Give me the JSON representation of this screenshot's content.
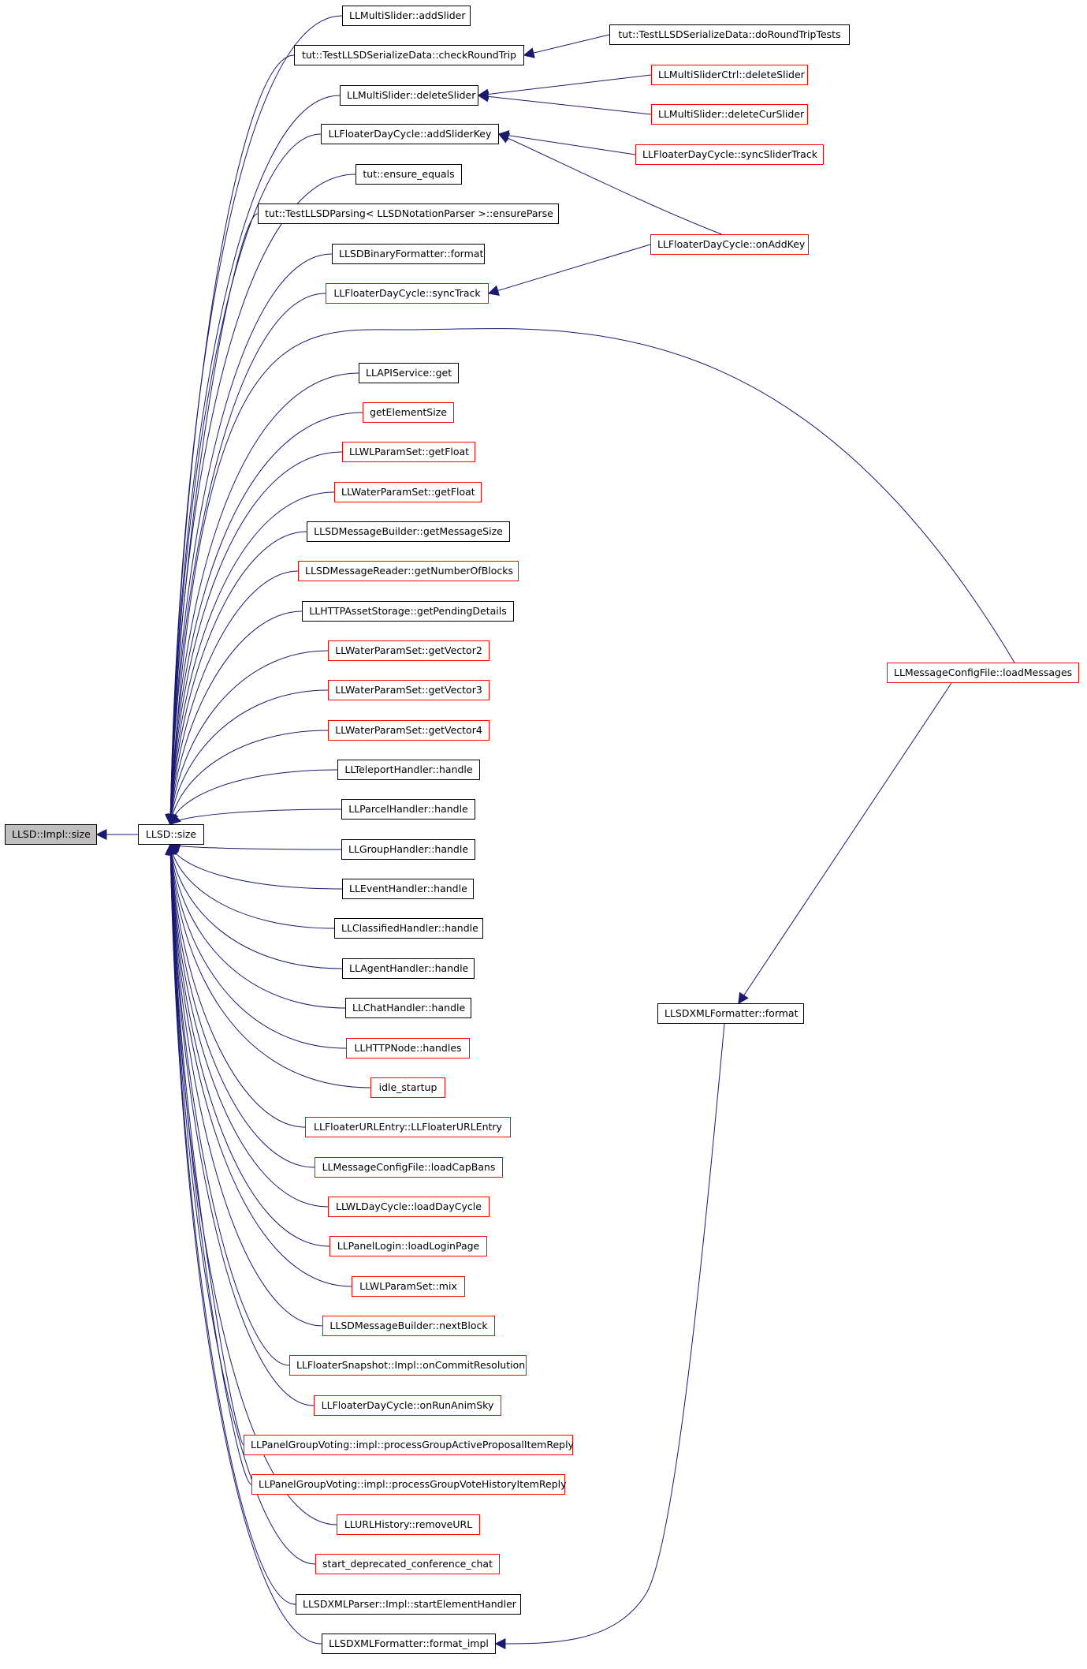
{
  "colors": {
    "edge": "#191970",
    "border_normal": "#000000",
    "border_truncated": "#ff0000",
    "root_fill": "#bfbfbf"
  },
  "nodes": [
    {
      "id": "root",
      "label": "LLSD::Impl::size",
      "style": "root"
    },
    {
      "id": "size",
      "label": "LLSD::size",
      "style": "normal"
    },
    {
      "id": "n0",
      "label": "LLMultiSlider::addSlider",
      "style": "normal"
    },
    {
      "id": "n1",
      "label": "tut::TestLLSDSerializeData::checkRoundTrip",
      "style": "normal"
    },
    {
      "id": "n2",
      "label": "LLMultiSlider::deleteSlider",
      "style": "normal"
    },
    {
      "id": "n3",
      "label": "LLFloaterDayCycle::addSliderKey",
      "style": "normal"
    },
    {
      "id": "n4",
      "label": "tut::ensure_equals",
      "style": "normal"
    },
    {
      "id": "n5",
      "label": "tut::TestLLSDParsing< LLSDNotationParser >::ensureParse",
      "style": "normal"
    },
    {
      "id": "n6",
      "label": "LLSDBinaryFormatter::format",
      "style": "normal"
    },
    {
      "id": "n7",
      "label": "LLFloaterDayCycle::syncTrack",
      "style": "truncated"
    },
    {
      "id": "n8",
      "label": "LLAPIService::get",
      "style": "normal"
    },
    {
      "id": "n9",
      "label": "getElementSize",
      "style": "truncated"
    },
    {
      "id": "n10",
      "label": "LLWLParamSet::getFloat",
      "style": "truncated"
    },
    {
      "id": "n11",
      "label": "LLWaterParamSet::getFloat",
      "style": "truncated"
    },
    {
      "id": "n12",
      "label": "LLSDMessageBuilder::getMessageSize",
      "style": "normal"
    },
    {
      "id": "n13",
      "label": "LLSDMessageReader::getNumberOfBlocks",
      "style": "truncated"
    },
    {
      "id": "n14",
      "label": "LLHTTPAssetStorage::getPendingDetails",
      "style": "normal"
    },
    {
      "id": "n15",
      "label": "LLWaterParamSet::getVector2",
      "style": "truncated"
    },
    {
      "id": "n16",
      "label": "LLWaterParamSet::getVector3",
      "style": "truncated"
    },
    {
      "id": "n17",
      "label": "LLWaterParamSet::getVector4",
      "style": "truncated"
    },
    {
      "id": "n18",
      "label": "LLTeleportHandler::handle",
      "style": "normal"
    },
    {
      "id": "n19",
      "label": "LLParcelHandler::handle",
      "style": "normal"
    },
    {
      "id": "n20",
      "label": "LLGroupHandler::handle",
      "style": "normal"
    },
    {
      "id": "n21",
      "label": "LLEventHandler::handle",
      "style": "normal"
    },
    {
      "id": "n22",
      "label": "LLClassifiedHandler::handle",
      "style": "normal"
    },
    {
      "id": "n23",
      "label": "LLAgentHandler::handle",
      "style": "normal"
    },
    {
      "id": "n24",
      "label": "LLChatHandler::handle",
      "style": "normal"
    },
    {
      "id": "n25",
      "label": "LLHTTPNode::handles",
      "style": "truncated"
    },
    {
      "id": "n26",
      "label": "idle_startup",
      "style": "truncated"
    },
    {
      "id": "n27",
      "label": "LLFloaterURLEntry::LLFloaterURLEntry",
      "style": "truncated"
    },
    {
      "id": "n28",
      "label": "LLMessageConfigFile::loadCapBans",
      "style": "truncated"
    },
    {
      "id": "n29",
      "label": "LLWLDayCycle::loadDayCycle",
      "style": "truncated"
    },
    {
      "id": "n30",
      "label": "LLPanelLogin::loadLoginPage",
      "style": "truncated"
    },
    {
      "id": "n31",
      "label": "LLWLParamSet::mix",
      "style": "truncated"
    },
    {
      "id": "n32",
      "label": "LLSDMessageBuilder::nextBlock",
      "style": "truncated"
    },
    {
      "id": "n33",
      "label": "LLFloaterSnapshot::Impl::onCommitResolution",
      "style": "truncated"
    },
    {
      "id": "n34",
      "label": "LLFloaterDayCycle::onRunAnimSky",
      "style": "truncated"
    },
    {
      "id": "n35",
      "label": "LLPanelGroupVoting::impl::processGroupActiveProposalItemReply",
      "style": "truncated"
    },
    {
      "id": "n36",
      "label": "LLPanelGroupVoting::impl::processGroupVoteHistoryItemReply",
      "style": "truncated"
    },
    {
      "id": "n37",
      "label": "LLURLHistory::removeURL",
      "style": "truncated"
    },
    {
      "id": "n38",
      "label": "start_deprecated_conference_chat",
      "style": "truncated"
    },
    {
      "id": "n39",
      "label": "LLSDXMLParser::Impl::startElementHandler",
      "style": "normal"
    },
    {
      "id": "n40",
      "label": "LLSDXMLFormatter::format_impl",
      "style": "normal"
    },
    {
      "id": "r0",
      "label": "tut::TestLLSDSerializeData::doRoundTripTests",
      "style": "normal"
    },
    {
      "id": "r1",
      "label": "LLMultiSliderCtrl::deleteSlider",
      "style": "truncated"
    },
    {
      "id": "r2",
      "label": "LLMultiSlider::deleteCurSlider",
      "style": "truncated"
    },
    {
      "id": "r3",
      "label": "LLFloaterDayCycle::syncSliderTrack",
      "style": "truncated"
    },
    {
      "id": "r4",
      "label": "LLFloaterDayCycle::onAddKey",
      "style": "truncated"
    },
    {
      "id": "r5",
      "label": "LLMessageConfigFile::loadMessages",
      "style": "truncated"
    },
    {
      "id": "r6",
      "label": "LLSDXMLFormatter::format",
      "style": "normal"
    }
  ],
  "edges": [
    {
      "from": "size",
      "to": "root"
    },
    {
      "from": "n0",
      "to": "size"
    },
    {
      "from": "n1",
      "to": "size"
    },
    {
      "from": "n2",
      "to": "size"
    },
    {
      "from": "n3",
      "to": "size"
    },
    {
      "from": "n4",
      "to": "size"
    },
    {
      "from": "n5",
      "to": "size"
    },
    {
      "from": "n6",
      "to": "size"
    },
    {
      "from": "n7",
      "to": "size"
    },
    {
      "from": "n8",
      "to": "size"
    },
    {
      "from": "n9",
      "to": "size"
    },
    {
      "from": "n10",
      "to": "size"
    },
    {
      "from": "n11",
      "to": "size"
    },
    {
      "from": "n12",
      "to": "size"
    },
    {
      "from": "n13",
      "to": "size"
    },
    {
      "from": "n14",
      "to": "size"
    },
    {
      "from": "n15",
      "to": "size"
    },
    {
      "from": "n16",
      "to": "size"
    },
    {
      "from": "n17",
      "to": "size"
    },
    {
      "from": "n18",
      "to": "size"
    },
    {
      "from": "n19",
      "to": "size"
    },
    {
      "from": "n20",
      "to": "size"
    },
    {
      "from": "n21",
      "to": "size"
    },
    {
      "from": "n22",
      "to": "size"
    },
    {
      "from": "n23",
      "to": "size"
    },
    {
      "from": "n24",
      "to": "size"
    },
    {
      "from": "n25",
      "to": "size"
    },
    {
      "from": "n26",
      "to": "size"
    },
    {
      "from": "n27",
      "to": "size"
    },
    {
      "from": "n28",
      "to": "size"
    },
    {
      "from": "n29",
      "to": "size"
    },
    {
      "from": "n30",
      "to": "size"
    },
    {
      "from": "n31",
      "to": "size"
    },
    {
      "from": "n32",
      "to": "size"
    },
    {
      "from": "n33",
      "to": "size"
    },
    {
      "from": "n34",
      "to": "size"
    },
    {
      "from": "n35",
      "to": "size"
    },
    {
      "from": "n36",
      "to": "size"
    },
    {
      "from": "n37",
      "to": "size"
    },
    {
      "from": "n38",
      "to": "size"
    },
    {
      "from": "n39",
      "to": "size"
    },
    {
      "from": "n40",
      "to": "size"
    },
    {
      "from": "r5",
      "to": "size"
    },
    {
      "from": "r0",
      "to": "n1"
    },
    {
      "from": "r1",
      "to": "n2"
    },
    {
      "from": "r2",
      "to": "n2"
    },
    {
      "from": "r3",
      "to": "n3"
    },
    {
      "from": "r4",
      "to": "n3"
    },
    {
      "from": "r4",
      "to": "n7"
    },
    {
      "from": "r5",
      "to": "r6"
    },
    {
      "from": "r6",
      "to": "n40"
    }
  ]
}
